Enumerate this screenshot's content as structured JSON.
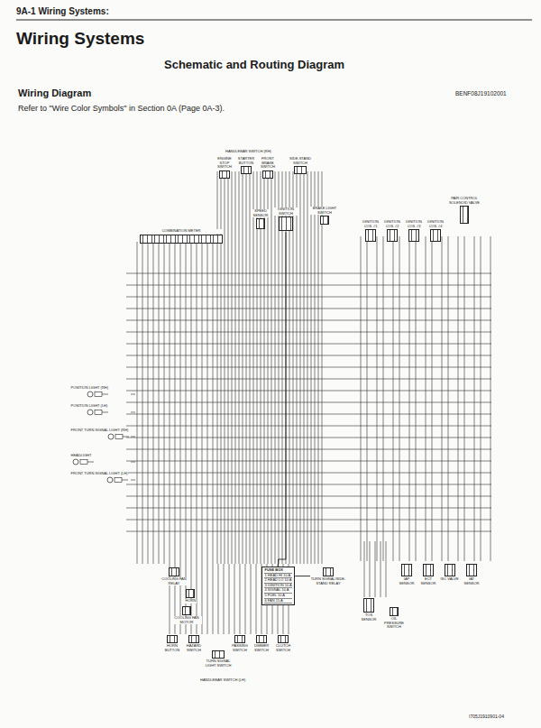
{
  "diagram": {
    "title": "Wiring Systems",
    "nodes": [
      {
        "text": [
          "ENGINE STOP SWITCH"
        ]
      },
      {
        "text": [
          "STARTER BUTTON"
        ]
      },
      {
        "text": [
          "FRONT BRAKE SWITCH"
        ]
      },
      {
        "text": [
          "SIDE-STAND SWITCH"
        ]
      },
      {
        "text": [
          "SPEED SENSOR"
        ]
      },
      {
        "text": [
          "IGNITION SWITCH"
        ]
      },
      {
        "text": [
          "BRAKE LIGHT SWITCH"
        ]
      },
      {
        "text": [
          "IGNITION COIL #1"
        ]
      },
      {
        "text": [
          "IGNITION COIL #2"
        ]
      },
      {
        "text": [
          "IGNITION COIL #3"
        ]
      },
      {
        "text": [
          "IGNITION COIL #4"
        ]
      },
      {
        "text": [
          "PAIR CONTROL SOLENOID VALVE"
        ]
      },
      {
        "text": [
          "COMBINATION METER"
        ]
      },
      {
        "text": [
          "POSITION LIGHT (RH)"
        ]
      },
      {
        "text": [
          "POSITION LIGHT (LH)"
        ]
      },
      {
        "text": [
          "FRONT TURN SIGNAL LIGHT (RH)"
        ]
      },
      {
        "text": [
          "HEADLIGHT"
        ]
      },
      {
        "text": [
          "FRONT TURN SIGNAL LIGHT (LH)"
        ]
      },
      {
        "text": [
          "COOLING FAN RELAY"
        ]
      },
      {
        "text": [
          "HORN"
        ]
      },
      {
        "text": [
          "COOLING FAN MOTOR"
        ]
      },
      {
        "text": [
          "FUSE BOX",
          "1 HEAD HI 10 A",
          "2 HEAD LO 10 A",
          "3 IGNITION 10 A",
          "4 SIGNAL 10 A",
          "5 FUEL 10 A",
          "6 FAN 15 A"
        ]
      },
      {
        "text": [
          "TURN SIGNAL/SIDE-STAND RELAY"
        ]
      },
      {
        "text": [
          "TOS SENSOR"
        ]
      },
      {
        "text": [
          "OIL PRESSURE SWITCH"
        ]
      },
      {
        "text": [
          "IAP SENSOR"
        ]
      },
      {
        "text": [
          "ECT SENSOR"
        ]
      },
      {
        "text": [
          "ISC VALVE"
        ]
      },
      {
        "text": [
          "IAT SENSOR"
        ]
      },
      {
        "text": [
          "HORN BUTTON"
        ]
      },
      {
        "text": [
          "HAZARD SWITCH"
        ]
      },
      {
        "text": [
          "TURN SIGNAL LIGHT SWITCH"
        ]
      },
      {
        "text": [
          "PASSING SWITCH"
        ]
      },
      {
        "text": [
          "DIMMER SWITCH"
        ]
      },
      {
        "text": [
          "CLUTCH SWITCH"
        ]
      }
    ],
    "edges": [
      {
        "from": 5,
        "to": 21,
        "arrow": "none"
      },
      {
        "from": 21,
        "to": 22,
        "arrow": "none"
      }
    ],
    "labels": [
      "9A-1 Wiring Systems:",
      "Schematic and Routing Diagram",
      "Wiring Diagram",
      "BENF08J19102001",
      "Refer to \"Wire Color Symbols\" in Section 0A (Page 0A-3).",
      "HANDLEBAR SWITCH (RH)",
      "HANDLEBAR SWITCH (LH)",
      "I705J1910901-04"
    ]
  }
}
